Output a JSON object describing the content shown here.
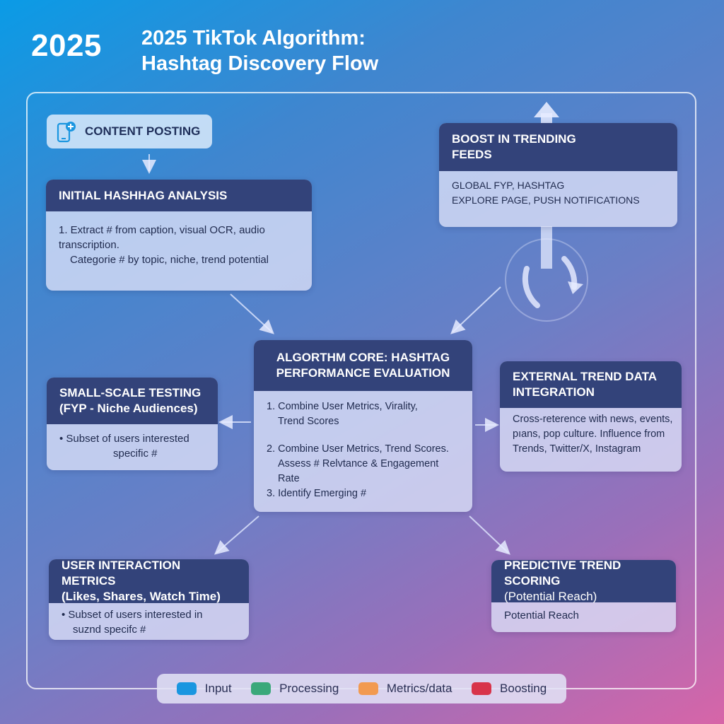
{
  "header": {
    "year": "2025",
    "title_line1": "2025 TikTok Algorithm:",
    "title_line2": "Hashtag Discovery Flow"
  },
  "content_posting": {
    "label": "CONTENT POSTING",
    "icon": "phone-plus-icon"
  },
  "initial_analysis": {
    "title": "INITIAL HASHHAG ANALYSIS",
    "line1": "1. Extract # from caption, visual OCR, audio transcription.",
    "line2": "Categorie # by topic, niche, trend potential"
  },
  "boost": {
    "title_line1": "BOOST IN TRENDING",
    "title_line2": "FEEDS",
    "line1": "GLOBAL FYP, HASHTAG",
    "line2": "EXPLORE PAGE, PUSH NOTIFICATIONS"
  },
  "algorithm_core": {
    "title_line1": "ALGORTHM CORE: HASHTAG",
    "title_line2": "PERFORMANCE EVALUATION",
    "item1_line1": "1. Combine User Metrics, Virality,",
    "item1_line2": "Trend Scores",
    "item2_line1": "2. Combine User Metrics, Trend Scores.",
    "item2_line2": "Assess # Relvtance & Engagement Rate",
    "item3": "3. Identify Emerging #"
  },
  "small_scale": {
    "title_line1": "SMALL-SCALE TESTING",
    "title_line2": "(FYP - Niche Audiences)",
    "line1": "• Subset of users interested",
    "line2": "specific #"
  },
  "external": {
    "title_line1": "EXTERNAL TREND DATA",
    "title_line2": "INTEGRATION",
    "line1": "Cross-reterence with news, events,",
    "line2": "pıans, pop culture. Influence from",
    "line3": "Trends, Twitter/X, Instagram"
  },
  "user_metrics": {
    "title_line1": "USER INTERACTION METRICS",
    "title_line2": "(Likes, Shares, Watch Time)",
    "line1": "• Subset of users interested in",
    "line2": "suznd specifc #"
  },
  "predictive": {
    "title_line1": "PREDICTIVE TREND SCORING",
    "title_line2": "(Potential Reach)",
    "line1": "Potential Reach"
  },
  "legend": {
    "items": [
      {
        "label": "Input",
        "color": "#1a96e0"
      },
      {
        "label": "Processing",
        "color": "#3aa87a"
      },
      {
        "label": "Metrics/data",
        "color": "#f29a50"
      },
      {
        "label": "Boosting",
        "color": "#d8344a"
      }
    ]
  }
}
